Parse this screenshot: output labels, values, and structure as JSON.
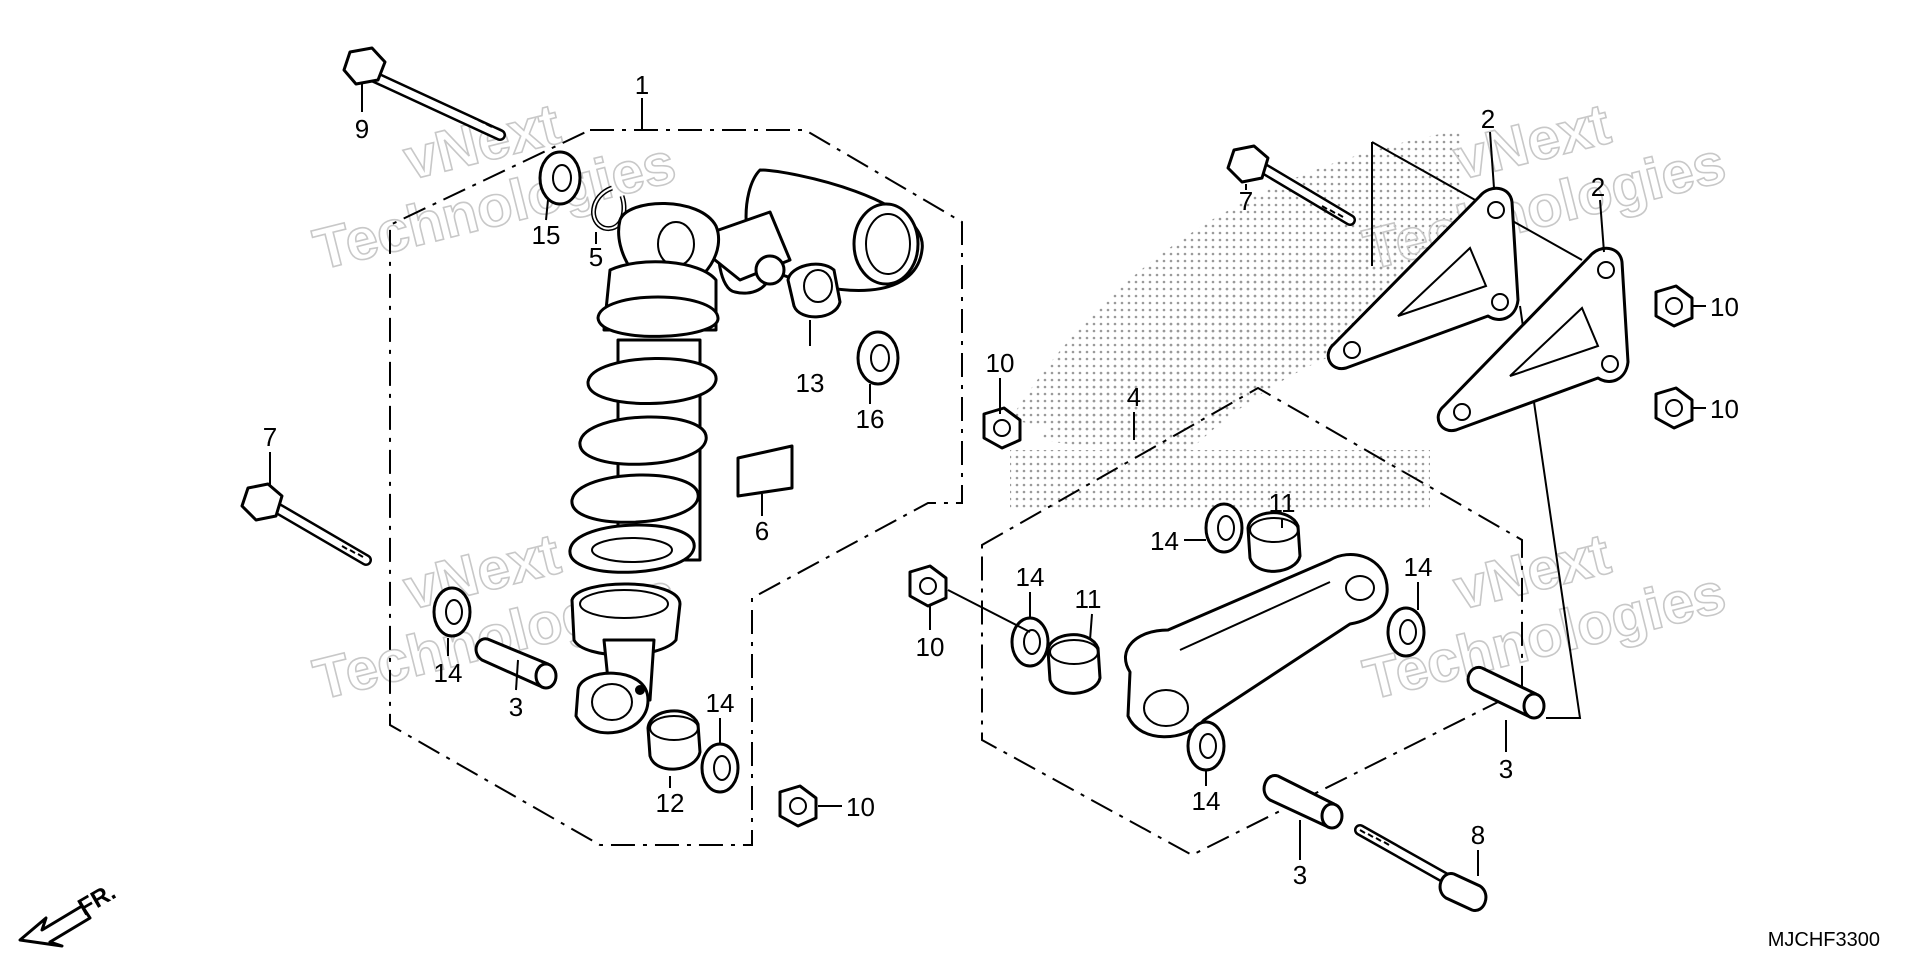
{
  "diagram": {
    "code": "MJCHF3300",
    "direction_label": "FR.",
    "watermark": {
      "line1": "vNext",
      "line2": "Technologies"
    },
    "callouts": {
      "c1": "1",
      "c2a": "2",
      "c2b": "2",
      "c3a": "3",
      "c3b": "3",
      "c3c": "3",
      "c4": "4",
      "c5": "5",
      "c6": "6",
      "c7a": "7",
      "c7b": "7",
      "c8": "8",
      "c9": "9",
      "c10a": "10",
      "c10b": "10",
      "c10c": "10",
      "c10d": "10",
      "c10e": "10",
      "c11a": "11",
      "c11b": "11",
      "c12": "12",
      "c13": "13",
      "c14a": "14",
      "c14b": "14",
      "c14c": "14",
      "c14d": "14",
      "c14e": "14",
      "c14f": "14",
      "c15": "15",
      "c16": "16"
    },
    "colors": {
      "line": "#000000",
      "watermark": "#c8c8c8",
      "dots": "#9a9a9a"
    }
  }
}
